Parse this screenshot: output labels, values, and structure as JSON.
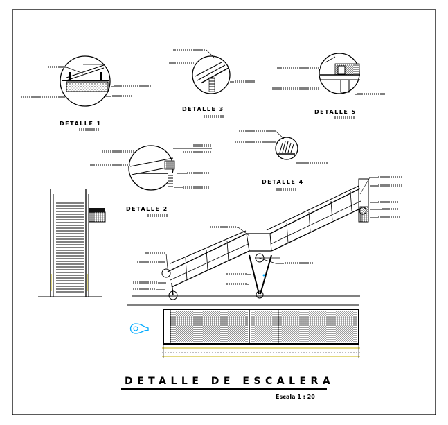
{
  "drawing": {
    "title": "DETALLE DE ESCALERA",
    "scale_label": "Escala 1 : 20",
    "details": [
      {
        "label": "DETALLE 1"
      },
      {
        "label": "DETALLE 2"
      },
      {
        "label": "DETALLE 3"
      },
      {
        "label": "DETALLE 4"
      },
      {
        "label": "DETALLE 5"
      }
    ]
  },
  "colors": {
    "ink": "#000000",
    "accent": "#00aaff",
    "hatch": "#555555",
    "dim": "#c8b400"
  }
}
